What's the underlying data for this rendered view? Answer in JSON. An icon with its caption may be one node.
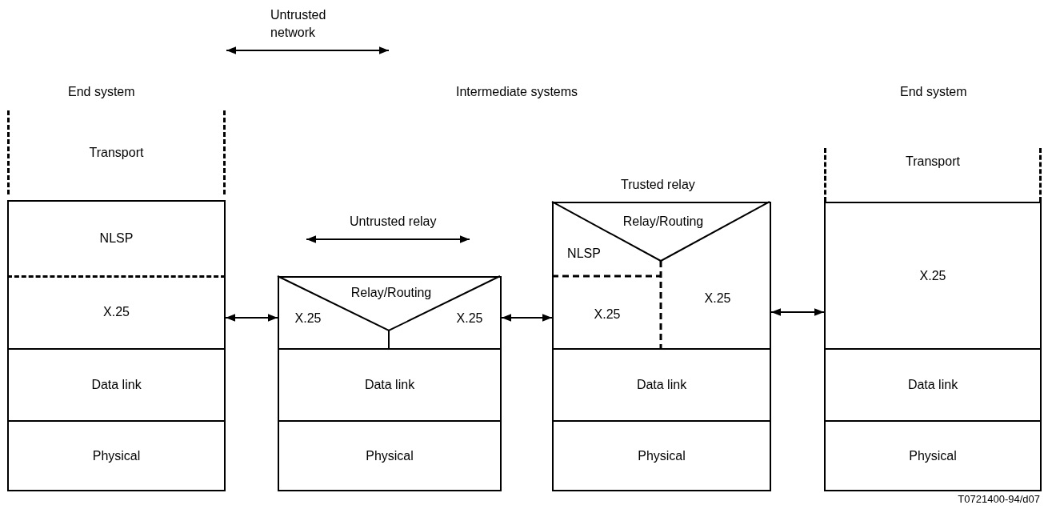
{
  "diagram": {
    "nodes": [
      {
        "text": [
          "Transport"
        ]
      },
      {
        "text": [
          "NLSP"
        ]
      },
      {
        "text": [
          "X.25"
        ]
      },
      {
        "text": [
          "Data link"
        ]
      },
      {
        "text": [
          "Physical"
        ]
      },
      {
        "text": [],
        "shape": "box"
      },
      {
        "text": [
          "Relay/Routing"
        ],
        "in": 5
      },
      {
        "text": [
          "X.25"
        ],
        "in": 5
      },
      {
        "text": [
          "X.25"
        ],
        "in": 5
      },
      {
        "text": [
          "Data link"
        ]
      },
      {
        "text": [
          "Physical"
        ]
      },
      {
        "text": [],
        "shape": "box"
      },
      {
        "text": [
          "Relay/Routing"
        ],
        "in": 11
      },
      {
        "text": [
          "NLSP"
        ],
        "in": 11
      },
      {
        "text": [
          "X.25"
        ],
        "in": 11
      },
      {
        "text": [
          "X.25"
        ],
        "in": 11
      },
      {
        "text": [
          "Data link"
        ]
      },
      {
        "text": [
          "Physical"
        ]
      },
      {
        "text": [
          "Transport"
        ]
      },
      {
        "text": [
          "X.25"
        ]
      },
      {
        "text": [
          "Data link"
        ]
      },
      {
        "text": [
          "Physical"
        ]
      }
    ],
    "edges": [
      {
        "from": 2,
        "to": 7,
        "arrow": "both"
      },
      {
        "from": 8,
        "to": 14,
        "arrow": "both"
      },
      {
        "from": 15,
        "to": 19,
        "arrow": "both"
      }
    ],
    "labels": [
      "Untrusted network",
      "End system",
      "Intermediate systems",
      "End system",
      "Trusted relay",
      "Untrusted relay",
      "T0721400-94/d07"
    ]
  }
}
